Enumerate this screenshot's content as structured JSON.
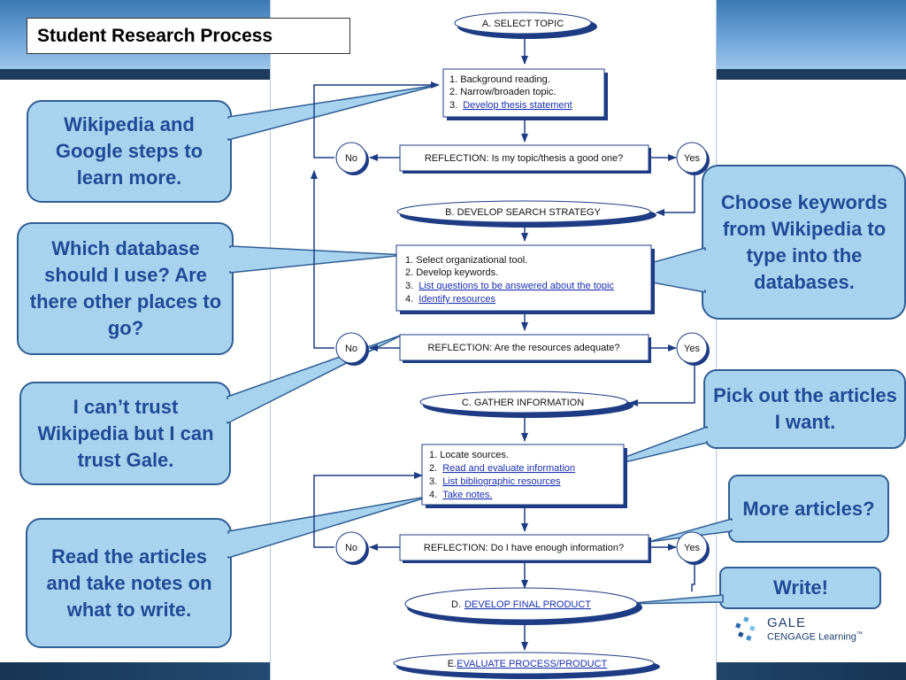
{
  "slide_title": "Student Research Process",
  "colors": {
    "accent_blue": "#3d79b4",
    "callout_fill": "#a8d3ef",
    "callout_border": "#2f5f94",
    "callout_text": "#1f4b96",
    "link": "#1a2fb0",
    "flow_arrow": "#1d3c84"
  },
  "flowchart": {
    "topic_a": "A.  SELECT TOPIC",
    "box1": {
      "item1": "1.  Background reading.",
      "item2": "2.  Narrow/broaden topic.",
      "item3_num": "3.",
      "item3_link": "Develop thesis statement"
    },
    "reflection1": "REFLECTION: Is my topic/thesis a good one?",
    "topic_b": "B. DEVELOP SEARCH STRATEGY",
    "box2": {
      "item1": "1.  Select organizational tool.",
      "item2": "2.  Develop keywords.",
      "item3_num": "3.",
      "item3_link": "List questions to be answered about the topic",
      "item4_num": "4.",
      "item4_link": "Identify resources"
    },
    "reflection2": "REFLECTION: Are the resources adequate?",
    "topic_c": "C. GATHER INFORMATION",
    "box3": {
      "item1": "1.  Locate sources.",
      "item2_num": "2.",
      "item2_link": "Read and evaluate information",
      "item3_num": "3.",
      "item3_link": "List bibliographic resources",
      "item4_num": "4.",
      "item4_link": "Take notes."
    },
    "reflection3": "REFLECTION: Do I have enough information?",
    "topic_d_prefix": "D.",
    "topic_d_link": "DEVELOP FINAL PRODUCT",
    "topic_e_prefix": "E.",
    "topic_e_link": "EVALUATE PROCESS/PRODUCT",
    "no_label": "No",
    "yes_label": "Yes"
  },
  "callouts": {
    "wikipedia_google": "Wikipedia and Google steps to learn more.",
    "which_database": "Which database should I use? Are there other places to go?",
    "cant_trust": "I can’t trust Wikipedia but I can trust Gale.",
    "read_articles": "Read the articles and take notes on what to write.",
    "choose_keywords": "Choose keywords from Wikipedia to type into the databases.",
    "pick_articles": "Pick out the articles I want.",
    "more_articles": "More articles?",
    "write": "Write!"
  },
  "logo": {
    "brand": "GALE",
    "sub": "CENGAGE Learning",
    "tm": "™"
  }
}
